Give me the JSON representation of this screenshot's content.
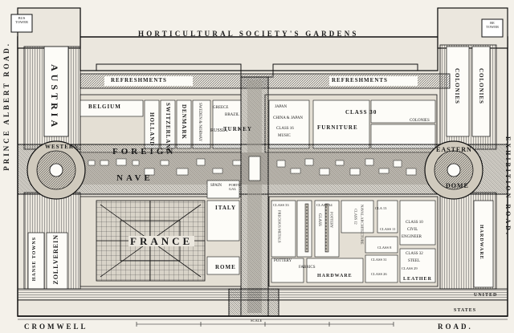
{
  "roads": {
    "top": "HORTICULTURAL SOCIETY'S GARDENS",
    "left": "PRINCE ALBERT ROAD.",
    "right": "EXHIBITION ROAD.",
    "bottom_left": "CROMWELL",
    "bottom_right": "ROAD."
  },
  "towers": {
    "top_left": "BUS TOWER",
    "top_right": "BE TOWER"
  },
  "domes": {
    "west": "WESTERN",
    "east_top": "EASTERN",
    "east_bottom": "DOME"
  },
  "nave": {
    "foreign_1": "FOREIGN",
    "foreign_2": "NAVE"
  },
  "refreshments": {
    "left": "REFRESHMENTS",
    "right": "REFRESHMENTS"
  },
  "countries": {
    "austria": "AUSTRIA",
    "belgium": "BELGIUM",
    "holland": "HOLLAND",
    "switzerland": "SWITZERLAND",
    "denmark": "DENMARK",
    "sweden": "SWEDEN & NORWAY",
    "russia": "RUSSIA",
    "turkey": "TURKEY",
    "greece": "GREECE",
    "brazil": "BRAZIL",
    "japan": "JAPAN",
    "china": "CHINA & JAPAN",
    "spain": "SPAIN",
    "portugal": "PORTU GAL",
    "italy": "ITALY",
    "rome": "ROME",
    "france": "FRANCE",
    "hanse": "HANSE TOWNS",
    "zollverein": "ZOLLVEREIN",
    "colonies_1": "COLONIES",
    "colonies_2": "COLONIES",
    "colonies_3": "COLONIES",
    "states": "STATES",
    "united": "UNITED"
  },
  "classes": {
    "class16": "CLASS 16",
    "music": "MUSIC",
    "furniture": "FURNITURE",
    "class30": "CLASS 30",
    "class33": "CLASS 33",
    "precious": "PRECIOUS METALS",
    "class34": "CLASS 34",
    "glass": "GLASS",
    "class35": "CLASS 35",
    "pottery_v": "POTTERY",
    "class12": "CLASS 12",
    "naval": "NAVAL ARCHITECTURE",
    "class10": "CLASS 10",
    "civil": "CIVIL",
    "engineer": "ENGINEER",
    "class11": "CLASS 11",
    "class8": "CLASS 8",
    "pottery": "POTTERY",
    "fabrics": "FABRICS",
    "hardware": "HARDWARE",
    "class31": "CLASS 31",
    "class32": "CLASS 32",
    "steel": "STEEL",
    "class29": "CLASS 29",
    "class26": "CLASS 26",
    "leather": "LEATHER",
    "hardware_v": "HARDWARE",
    "class13": "CLA 13"
  },
  "scale_label": "SCALE"
}
